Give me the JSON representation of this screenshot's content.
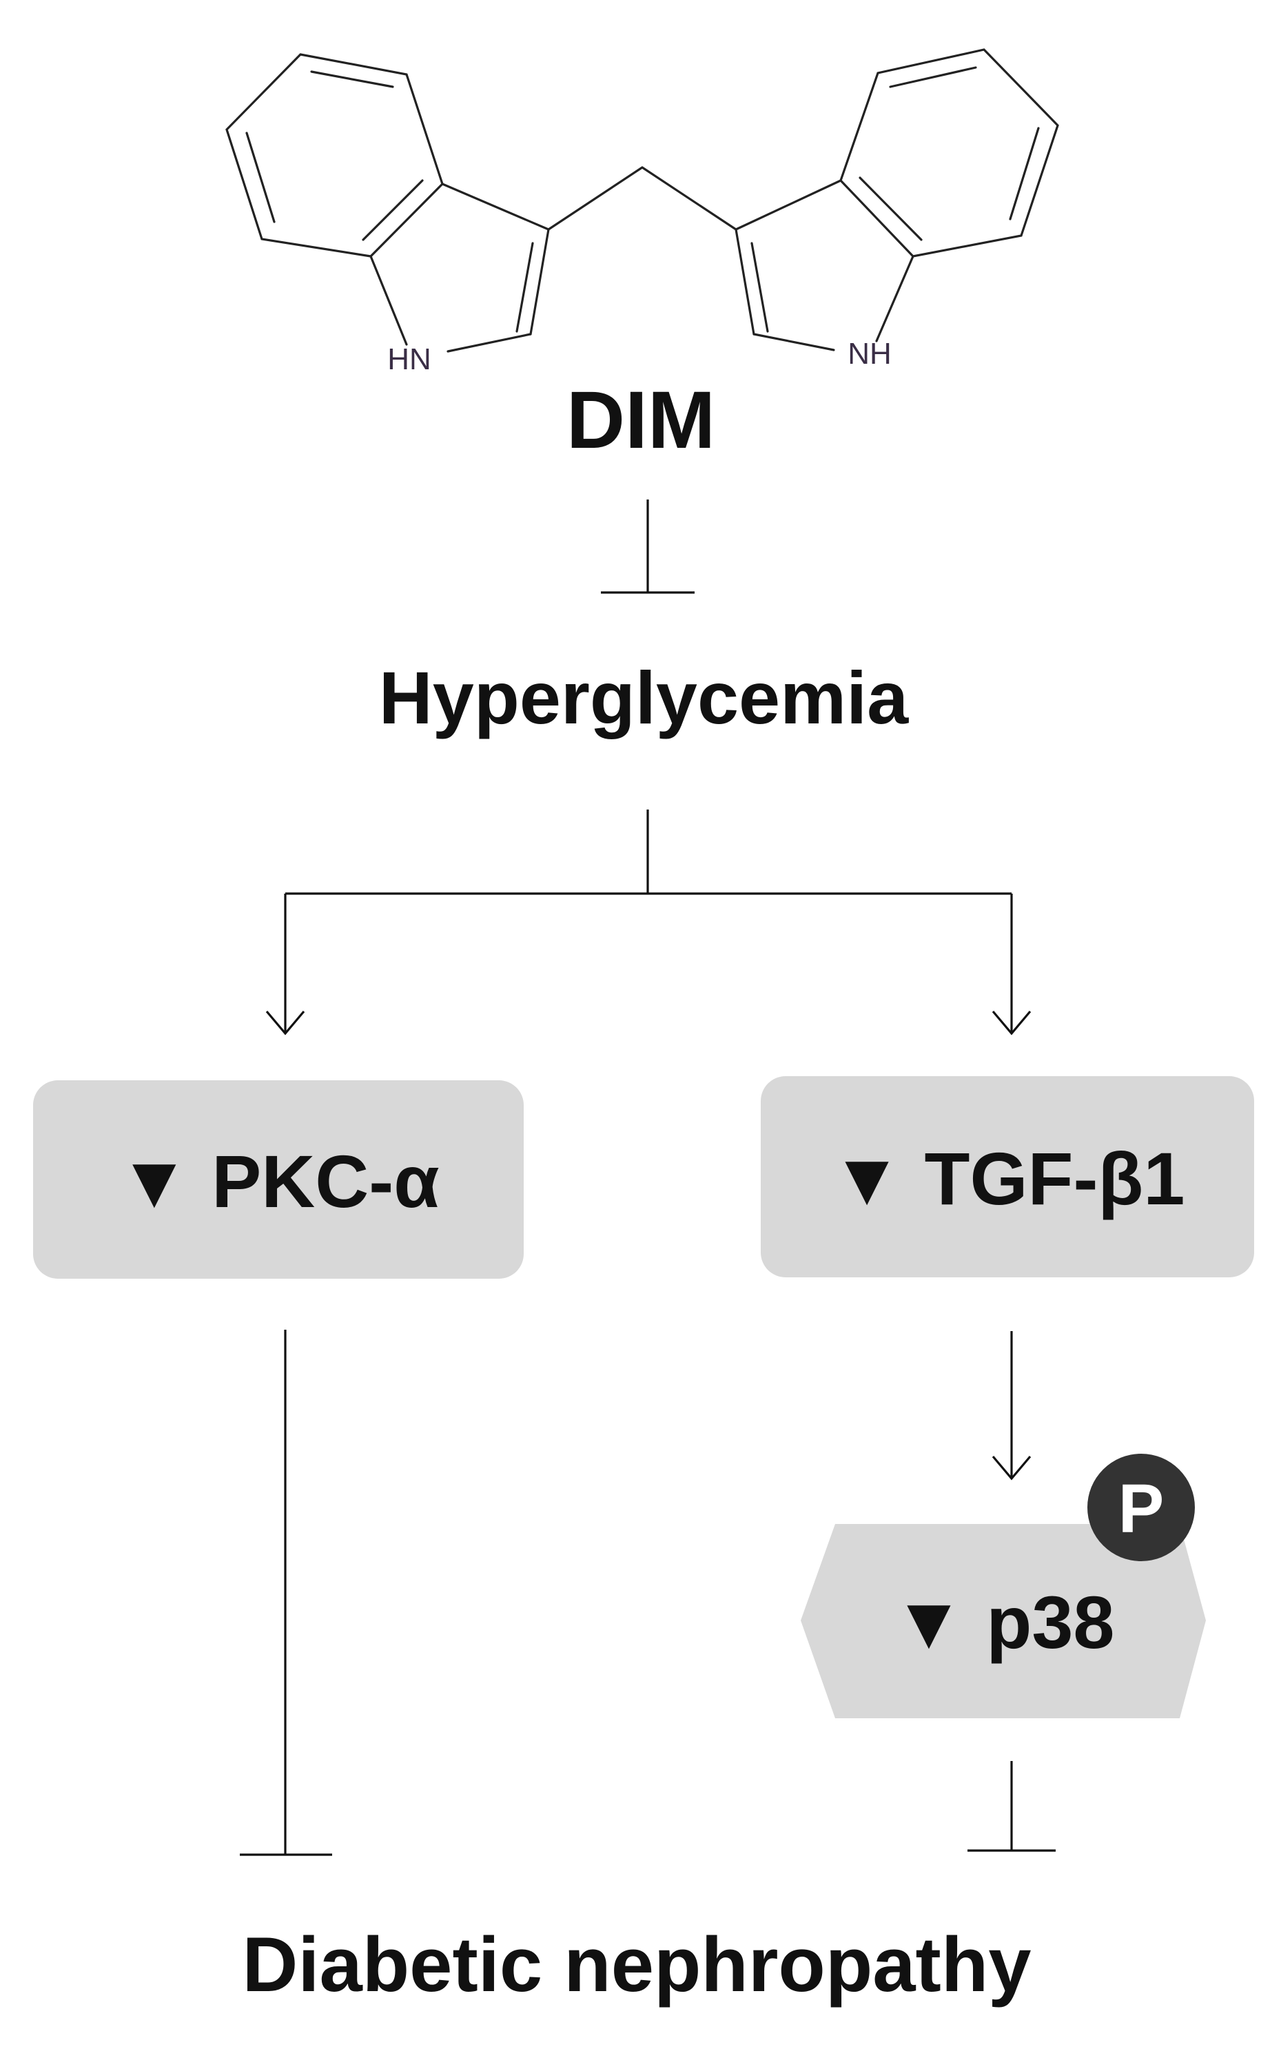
{
  "molecule": {
    "name": "DIM",
    "left_atom_label": "HN",
    "right_atom_label": "NH"
  },
  "nodes": {
    "hyperglycemia": "Hyperglycemia",
    "pkc": "▼ PKC-α",
    "tgf": "▼ TGF-β1",
    "p38": "▼ p38",
    "phospho_badge": "P",
    "outcome": "Diabetic nephropathy"
  },
  "edges": [
    {
      "from": "DIM",
      "to": "Hyperglycemia",
      "type": "inhibition"
    },
    {
      "from": "Hyperglycemia",
      "to": "▼ PKC-α",
      "type": "activation"
    },
    {
      "from": "Hyperglycemia",
      "to": "▼ TGF-β1",
      "type": "activation"
    },
    {
      "from": "▼ TGF-β1",
      "to": "▼ p38",
      "type": "activation"
    },
    {
      "from": "▼ PKC-α",
      "to": "Diabetic nephropathy",
      "type": "inhibition"
    },
    {
      "from": "▼ p38",
      "to": "Diabetic nephropathy",
      "type": "inhibition"
    }
  ],
  "colors": {
    "box_fill": "#d8d8d8",
    "badge_fill": "#333333",
    "badge_text": "#ffffff",
    "line": "#111111"
  }
}
